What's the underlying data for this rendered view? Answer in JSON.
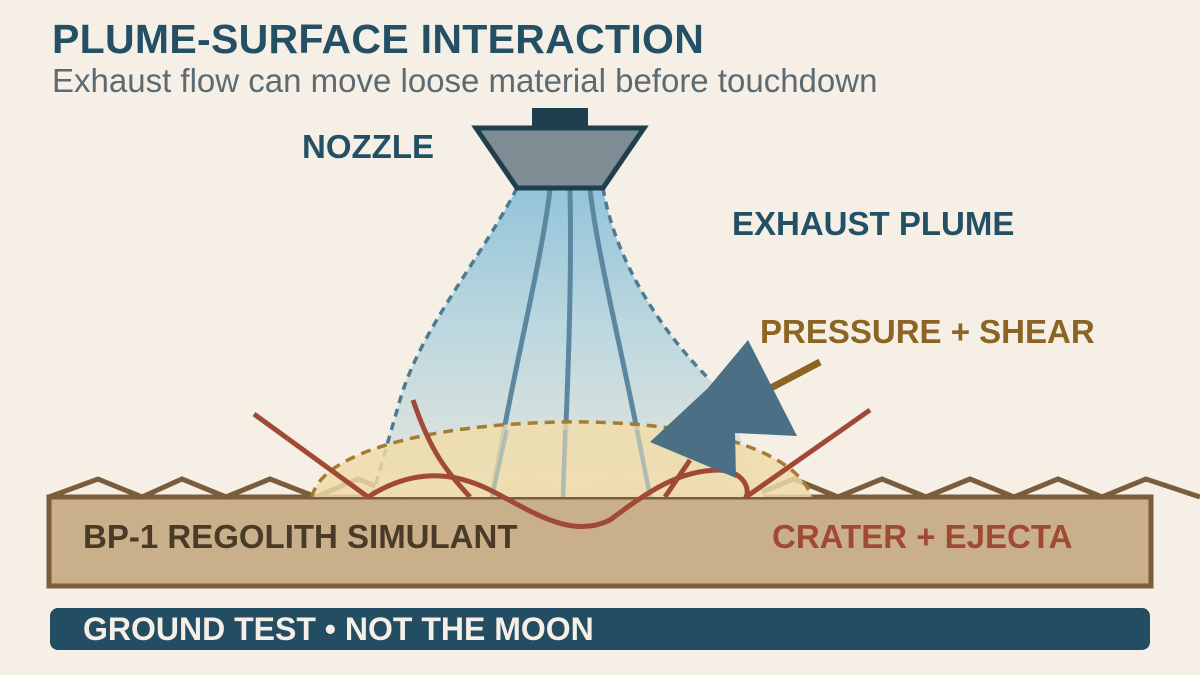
{
  "header": {
    "title": "PLUME-SURFACE INTERACTION",
    "subtitle": "Exhaust flow can move loose material before touchdown"
  },
  "labels": {
    "nozzle": "NOZZLE",
    "exhaust_plume": "EXHAUST PLUME",
    "pressure_shear": "PRESSURE + SHEAR",
    "regolith": "BP-1 REGOLITH SIMULANT",
    "crater_ejecta": "CRATER + EJECTA"
  },
  "banner": {
    "text": "GROUND TEST • NOT THE MOON"
  },
  "colors": {
    "background": "#f5efe6",
    "title": "#245066",
    "plume_stream": "#5b87a0",
    "regolith_fill": "#c9b08b",
    "regolith_outline": "#7a5d3d",
    "pressure": "#8c6423",
    "crater": "#a04a36",
    "banner": "#234d62"
  },
  "icons": [
    "nozzle-icon",
    "pressure-arrow-icon"
  ]
}
